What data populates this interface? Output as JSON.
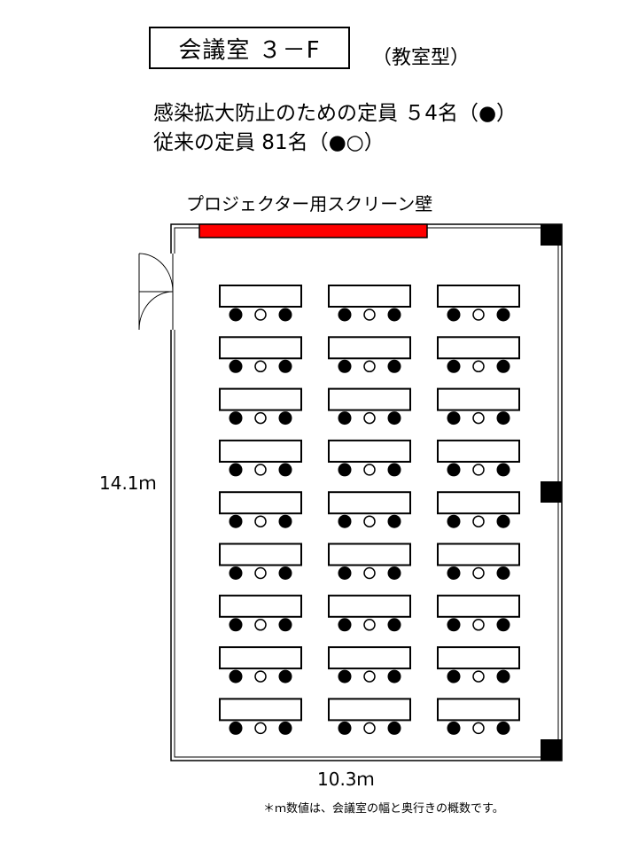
{
  "title": "会議室 ３－F",
  "layout_type": "（教室型）",
  "capacity": {
    "line1": "感染拡大防止のための定員 ５4名（●）",
    "line2": "従来の定員 81名（●○）"
  },
  "screen_wall_label": "プロジェクター用スクリーン壁",
  "dimensions": {
    "height": "14.1ｍ",
    "width": "10.3ｍ"
  },
  "note": "＊ｍ数値は、会議室の幅と奥行きの概数です。",
  "seating": {
    "table_columns": 3,
    "table_rows": 9,
    "seats_per_table": [
      "filled",
      "empty",
      "filled"
    ]
  },
  "colors": {
    "screen": "#ff0000",
    "walls": "#000000",
    "pillar": "#000000"
  }
}
